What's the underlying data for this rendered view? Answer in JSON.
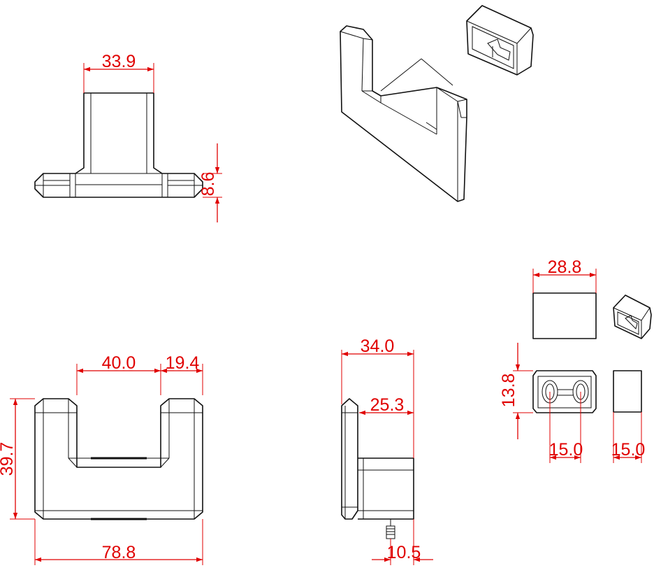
{
  "dimensions": {
    "side_top_width": "33.9",
    "side_base_height": "8.6",
    "front_gap_width": "40.0",
    "front_arm_width": "19.4",
    "front_height": "39.7",
    "front_total_width": "78.8",
    "profile_depth": "34.0",
    "profile_inner_depth": "25.3",
    "profile_bottom": "10.5",
    "cap_width": "28.8",
    "cap_height": "13.8",
    "cap_inner": "15.0",
    "cap_side": "15.0"
  },
  "colors": {
    "line": "#111111",
    "dimension": "#e00000",
    "background": "#ffffff"
  }
}
